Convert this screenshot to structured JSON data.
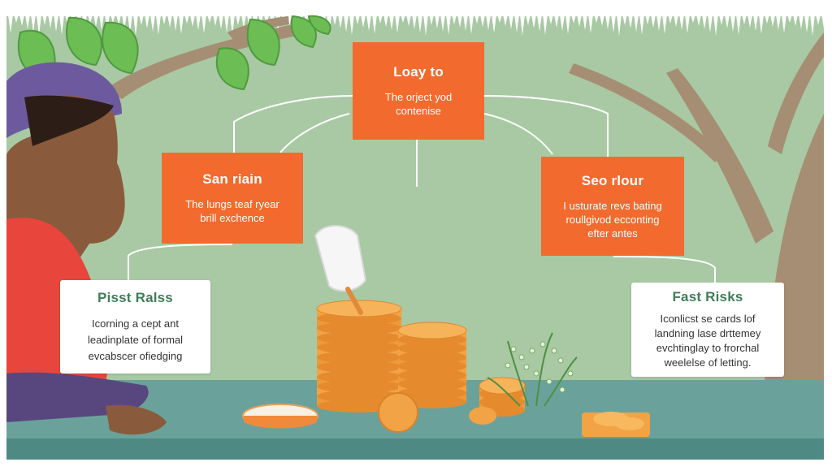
{
  "colors": {
    "background": "#a8c9a3",
    "table": "#6aa29b",
    "accent_orange": "#f26a2e",
    "risk_title_green": "#3f7d58"
  },
  "diagram": {
    "top": {
      "title": "Loay to",
      "lines": [
        "The orject yod",
        "contenise"
      ]
    },
    "left": {
      "title": "San riain",
      "lines": [
        "The lungs teaf ryear",
        "brill exchence"
      ]
    },
    "right": {
      "title": "Seo rlour",
      "lines": [
        "I usturate revs bating",
        "roullgivod ecconting",
        "efter antes"
      ]
    },
    "card_left": {
      "title": "Pisst Ralss",
      "lines": [
        "Icorning a cept ant",
        "leadinplate of formal",
        "evcabscer ofiedging"
      ]
    },
    "card_right": {
      "title": "Fast Risks",
      "lines": [
        "Iconlicst se cards lof",
        "landning lase drttemey",
        "evchtinglay to frorchal",
        "weelelse of letting."
      ]
    }
  }
}
